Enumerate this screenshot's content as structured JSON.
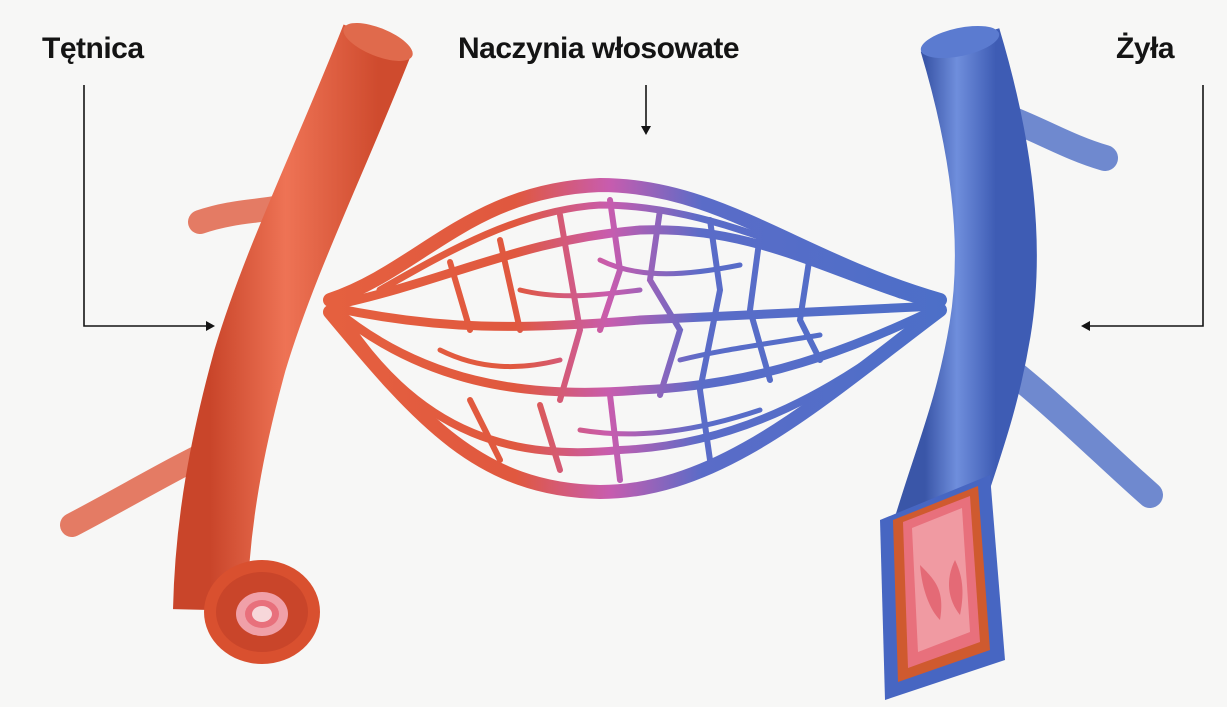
{
  "labels": {
    "artery": "Tętnica",
    "capillaries": "Naczynia włosowate",
    "vein": "Żyła"
  },
  "colors": {
    "artery": "#e5603f",
    "artery_dark": "#c9452a",
    "artery_inner": "#f0a0a8",
    "capillary_mid": "#c85cae",
    "vein": "#4c6fc8",
    "vein_dark": "#3a56a8",
    "vein_inner": "#e66a72",
    "background": "#f7f7f6",
    "text": "#141414"
  },
  "icons": [
    "arrow-pointer-artery",
    "arrow-pointer-capillaries",
    "arrow-pointer-vein"
  ]
}
